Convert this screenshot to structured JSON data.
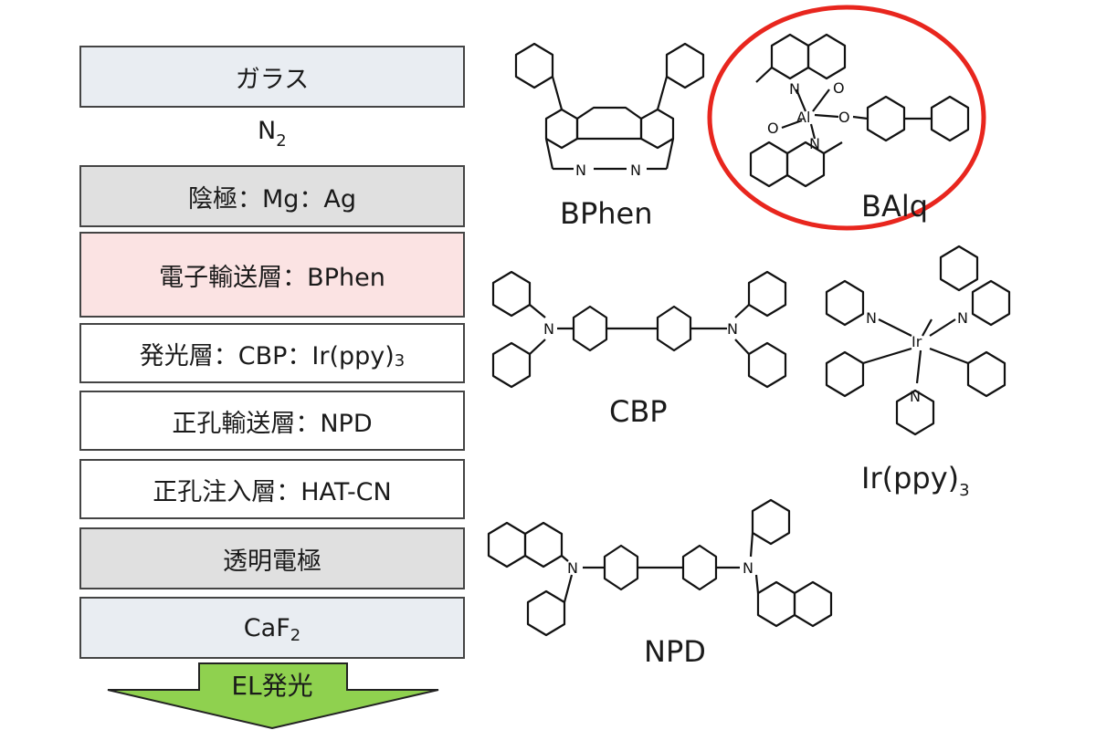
{
  "stack": {
    "layers": [
      {
        "text": "ガラス",
        "sub": "",
        "suffix": "",
        "fill": "#e9edf2"
      },
      {
        "text": "陰極：Mg：Ag",
        "sub": "",
        "suffix": "",
        "fill": "#e0e0e0"
      },
      {
        "text": "電子輸送層：BPhen",
        "sub": "",
        "suffix": "",
        "fill": "#fbe3e3"
      },
      {
        "text": "発光層：CBP：Ir(ppy)",
        "sub": "3",
        "suffix": "",
        "fill": "#ffffff"
      },
      {
        "text": "正孔輸送層：NPD",
        "sub": "",
        "suffix": "",
        "fill": "#ffffff"
      },
      {
        "text": "正孔注入層：HAT-CN",
        "sub": "",
        "suffix": "",
        "fill": "#ffffff"
      },
      {
        "text": "透明電極",
        "sub": "",
        "suffix": "",
        "fill": "#e0e0e0"
      },
      {
        "text": "CaF",
        "sub": "2",
        "suffix": "",
        "fill": "#e9edf2"
      }
    ],
    "gap_label": {
      "text": "N",
      "sub": "2"
    },
    "arrow_label": "EL発光",
    "arrow_color": "#8fd14f"
  },
  "molecules": {
    "bphen": {
      "label": "BPhen",
      "atoms": [
        "N",
        "N"
      ]
    },
    "balq": {
      "label": "BAlq",
      "atoms": [
        "N",
        "Al",
        "O",
        "O",
        "O",
        "N"
      ],
      "highlight_color": "#e8261e"
    },
    "cbp": {
      "label": "CBP",
      "atoms": [
        "N",
        "N"
      ]
    },
    "irppy": {
      "label": "Ir(ppy)",
      "label_sub": "3",
      "atoms": [
        "N",
        "N",
        "Ir",
        "N"
      ]
    },
    "npd": {
      "label": "NPD",
      "atoms": [
        "N",
        "N"
      ]
    }
  }
}
